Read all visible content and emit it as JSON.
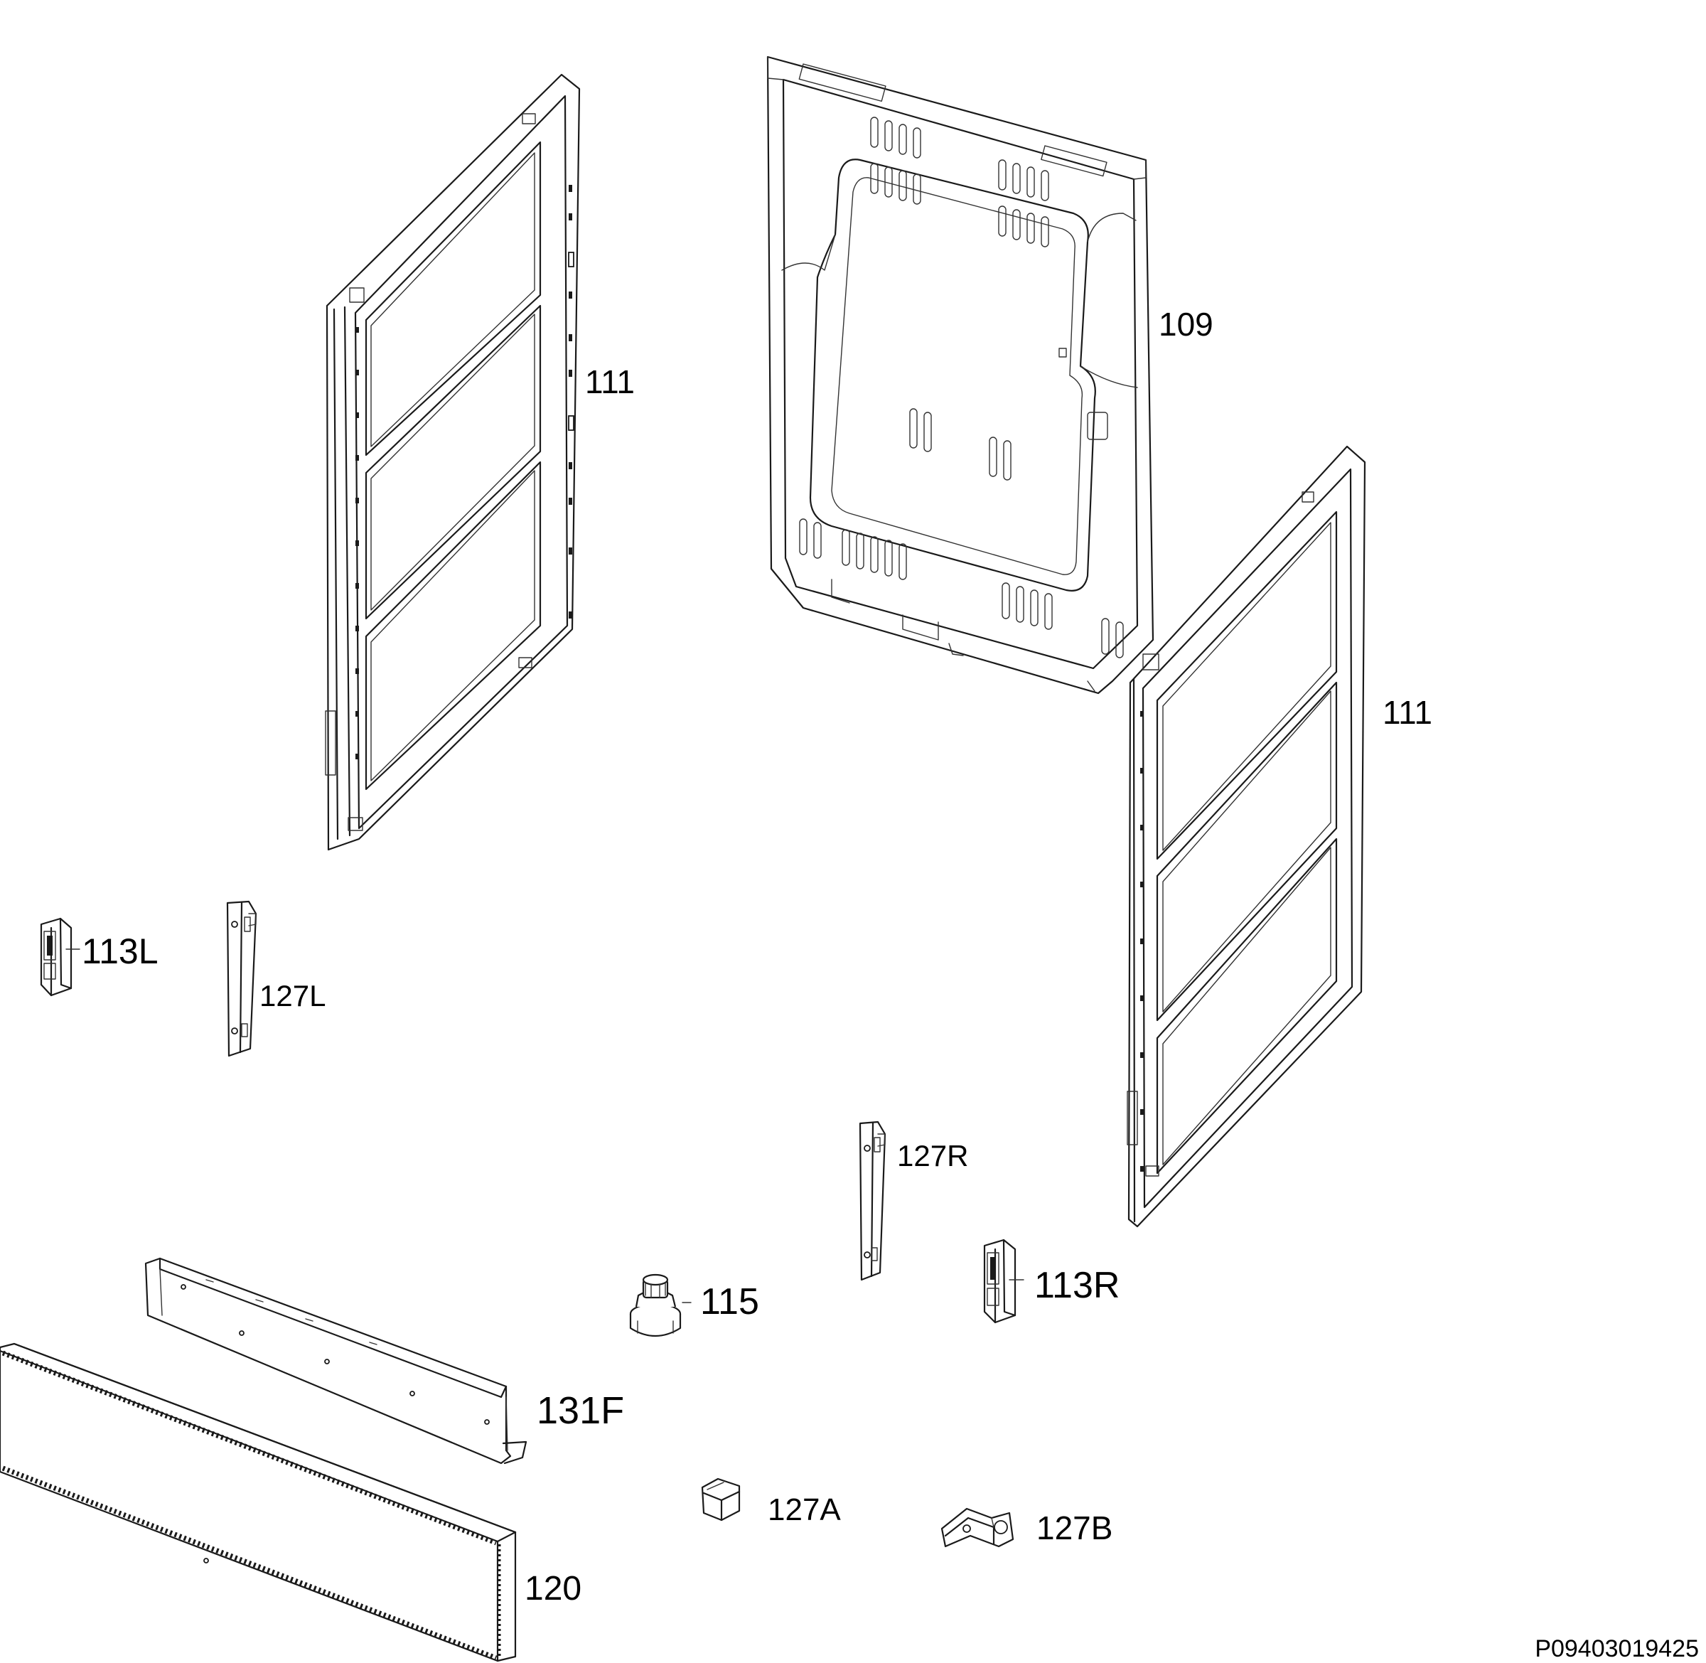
{
  "labels": {
    "back_panel": "109",
    "side_panel_left": "111",
    "side_panel_right": "111",
    "hinge_left": "113L",
    "hinge_right": "113R",
    "bracket_left": "127L",
    "bracket_right": "127R",
    "foot": "115",
    "front_strip": "131F",
    "kickplate": "120",
    "clip": "127A",
    "angle_bracket": "127B"
  },
  "drawing_code": "P09403019425"
}
